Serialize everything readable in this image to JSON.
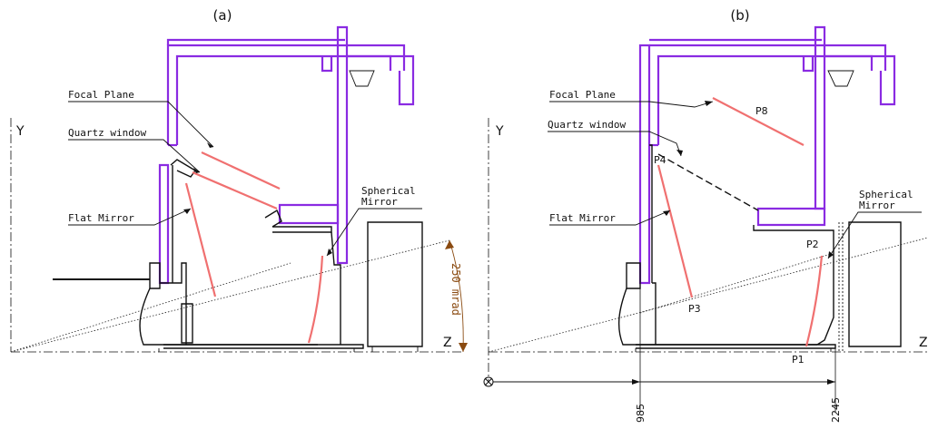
{
  "panel_a": {
    "title": "(a)",
    "axis_y": "Y",
    "axis_z": "Z",
    "labels": {
      "focal_plane": "Focal Plane",
      "quartz_window": "Quartz window",
      "flat_mirror": "Flat Mirror",
      "spherical_mirror_line1": "Spherical",
      "spherical_mirror_line2": "Mirror"
    },
    "angle_label": "250 mrad"
  },
  "panel_b": {
    "title": "(b)",
    "axis_y": "Y",
    "axis_z": "Z",
    "labels": {
      "focal_plane": "Focal Plane",
      "quartz_window": "Quartz window",
      "flat_mirror": "Flat Mirror",
      "spherical_mirror_line1": "Spherical",
      "spherical_mirror_line2": "Mirror"
    },
    "points": {
      "p1": "P1",
      "p2": "P2",
      "p3": "P3",
      "p4": "P4",
      "p8": "P8"
    },
    "dimensions": {
      "first": "985",
      "second": "2245"
    }
  },
  "colors": {
    "vessel": "#8a2be2",
    "optics": "#f07070",
    "angle": "#8a4a10"
  }
}
